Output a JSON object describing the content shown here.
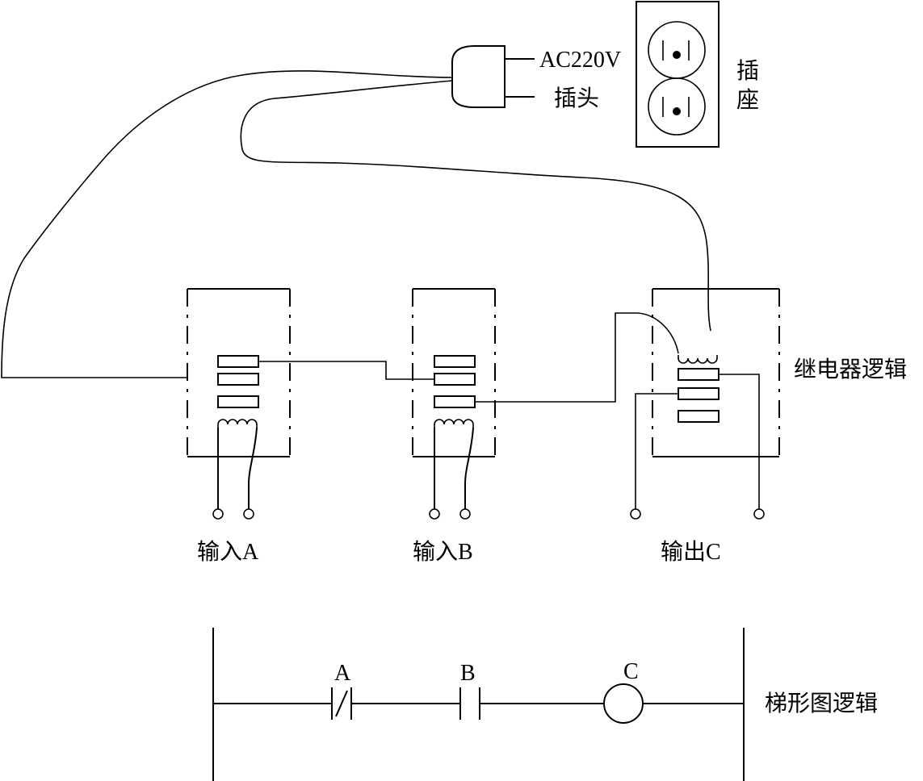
{
  "labels": {
    "ac_voltage": "AC220V",
    "plug": "插头",
    "socket_line1": "插",
    "socket_line2": "座",
    "relay_logic": "继电器逻辑",
    "input_a": "输入A",
    "input_b": "输入B",
    "output_c": "输出C",
    "ladder_logic": "梯形图逻辑"
  },
  "ladder": {
    "contact_a": "A",
    "contact_b": "B",
    "coil_c": "C"
  },
  "colors": {
    "line": "#000000",
    "background": "#ffffff"
  }
}
